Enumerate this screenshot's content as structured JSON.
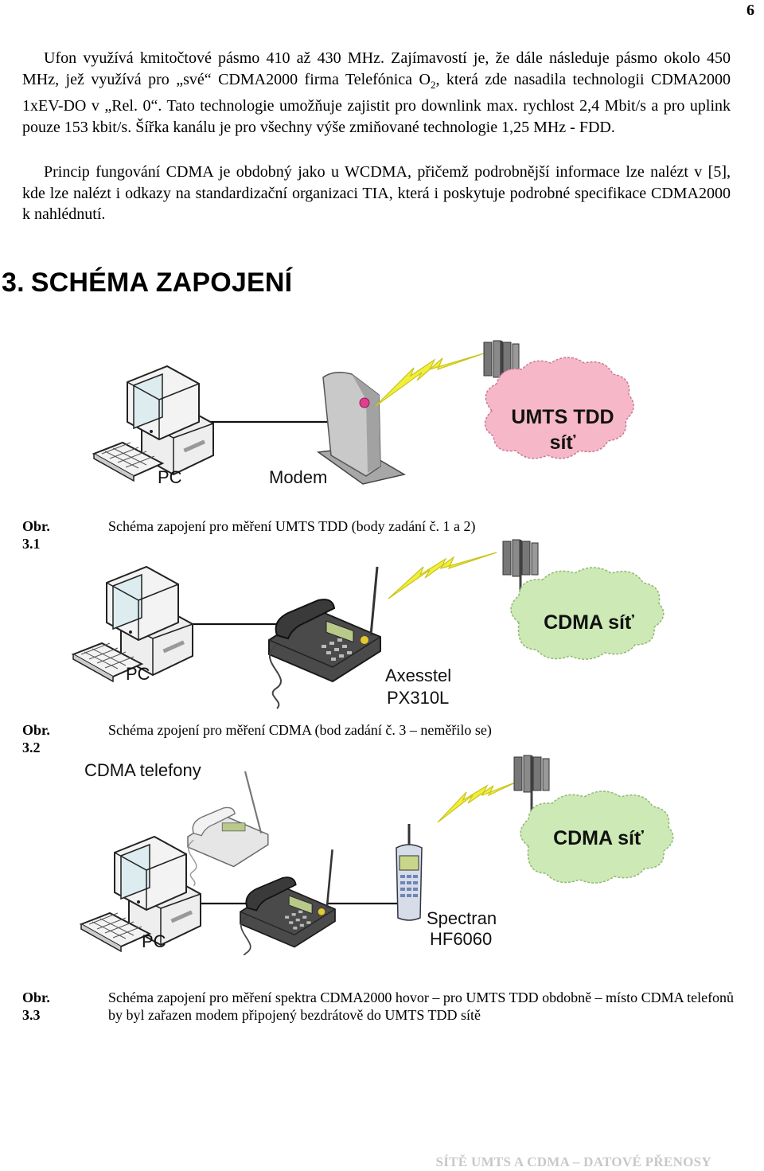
{
  "page_number": "6",
  "paragraph1": {
    "before_sub": "Ufon využívá kmitočtové pásmo 410 až 430 MHz. Zajímavostí je, že dále následuje pásmo okolo 450 MHz, jež využívá pro „své“ CDMA2000 firma Telefónica O",
    "sub": "2",
    "after_sub": ", která zde nasadila technologii CDMA2000 1xEV-DO v „Rel. 0“. Tato technologie umožňuje zajistit pro downlink max. rychlost 2,4 Mbit/s a pro uplink pouze 153 kbit/s. Šířka kanálu je pro všechny výše zmiňované technologie 1,25 MHz - FDD."
  },
  "paragraph2": "Princip fungování CDMA je obdobný jako u WCDMA, přičemž podrobnější informace lze nalézt v [5], kde lze nalézt i odkazy na standardizační organizaci TIA, která i poskytuje podrobné specifikace CDMA2000 k nahlédnutí.",
  "section_heading": {
    "number": "3.",
    "title": "SCHÉMA ZAPOJENÍ"
  },
  "figure1": {
    "pc_label": "PC",
    "modem_label": "Modem",
    "cloud_line1": "UMTS TDD",
    "cloud_line2": "síť",
    "cloud_color": "#f6b8c8",
    "caption_label": "Obr. 3.1",
    "caption_text": "Schéma zapojení pro měření UMTS TDD (body zadání č. 1 a 2)"
  },
  "figure2": {
    "pc_label": "PC",
    "phone_line1": "Axesstel",
    "phone_line2": "PX310L",
    "cloud_text": "CDMA síť",
    "cloud_color": "#cde9b5",
    "caption_label": "Obr. 3.2",
    "caption_text": "Schéma zpojení pro měření CDMA (bod zadání č. 3 – neměřilo se)"
  },
  "figure3": {
    "phones_label": "CDMA telefony",
    "pc_label": "PC",
    "analyzer_line1": "Spectran",
    "analyzer_line2": "HF6060",
    "cloud_text": "CDMA síť",
    "cloud_color": "#cde9b5",
    "caption_label": "Obr. 3.3",
    "caption_text": "Schéma zapojení pro měření spektra CDMA2000 hovor – pro UMTS TDD obdobně – místo CDMA telefonů by byl zařazen modem připojený bezdrátově do UMTS TDD sítě"
  },
  "colors": {
    "lightning": "#f2ee3c",
    "footer": "#c8c8c8"
  },
  "footer": "SÍTĚ UMTS A CDMA – DATOVÉ PŘENOSY"
}
